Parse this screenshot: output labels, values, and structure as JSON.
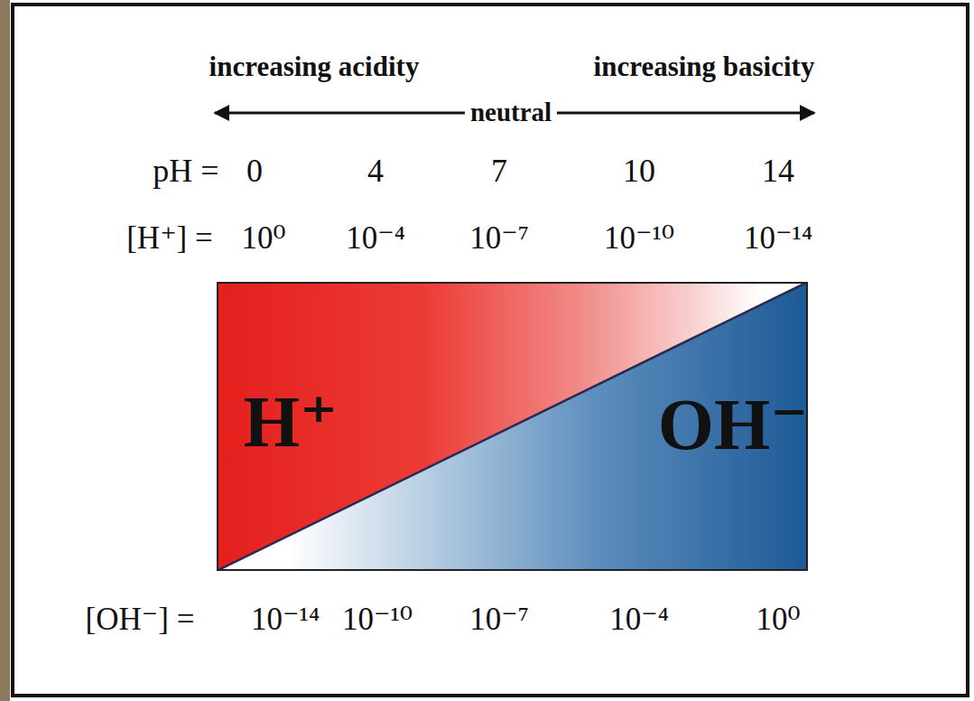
{
  "diagram": {
    "nodes": [
      {
        "text": [
          "H⁺",
          "OH⁻"
        ]
      }
    ],
    "labels": [
      "increasing acidity",
      "increasing basicity",
      "neutral",
      "pH =",
      "0",
      "4",
      "7",
      "10",
      "14",
      "[H⁺] =",
      "10⁰",
      "10⁻⁴",
      "10⁻⁷",
      "10⁻¹⁰",
      "10⁻¹⁴",
      "[OH⁻] =",
      "10⁻¹⁴",
      "10⁻¹⁰",
      "10⁻⁷",
      "10⁻⁴",
      "10⁰"
    ]
  }
}
